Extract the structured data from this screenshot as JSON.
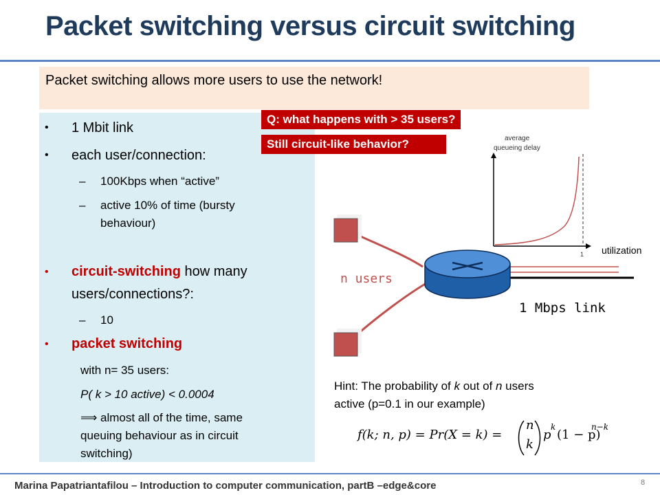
{
  "slide": {
    "title": "Packet switching versus circuit switching",
    "banner": "Packet switching allows more users to use the network!",
    "left": {
      "b1": "1 Mbit link",
      "b2": "each user/connection:",
      "s1": "100Kbps when “active”",
      "s2a": "active 10% of time (bursty",
      "s2b": "behaviour)",
      "b3_red": "circuit-switching",
      "b3_rest": " how many",
      "b3_line2": "users/connections?:",
      "s3": "10",
      "b4_red": "packet switching",
      "p1": "with n= 35 users:",
      "p2": "P( k > 10 active) < 0.0004",
      "p3a": "almost all of the time, same",
      "p3b": "queuing behaviour as in circuit",
      "p3c": "switching)"
    },
    "question": {
      "line1": "Q: what happens with > 35 users?",
      "line2": "Still circuit-like behavior?"
    },
    "chart": {
      "ylabel1": "average",
      "ylabel2": "queueing delay",
      "xtick": "1",
      "xlabel": "utilization"
    },
    "network": {
      "users_label": "n users",
      "link_label": "1 Mbps link"
    },
    "hint": {
      "line1_pre": "Hint: The probability of ",
      "k": "k",
      "line1_mid": " out of ",
      "n": "n",
      "line1_post": " users",
      "line2": "active  (p=0.1 in our example)"
    },
    "formula": {
      "lhs": "f(k; n, p) = Pr(X = k) =",
      "binom_top": "n",
      "binom_bottom": "k",
      "p": "p",
      "exp_k": "k",
      "one_minus_p": "(1 − p)",
      "exp_nk": "n−k"
    },
    "footer": "Marina Papatriantafilou – Introduction to computer communication, partB –edge&core",
    "page_number": "8"
  },
  "colors": {
    "title": "#1f3b5c",
    "accent_red": "#c00000",
    "left_panel": "#daeef3",
    "banner": "#fde9d9",
    "rule": "#5b85c2"
  }
}
